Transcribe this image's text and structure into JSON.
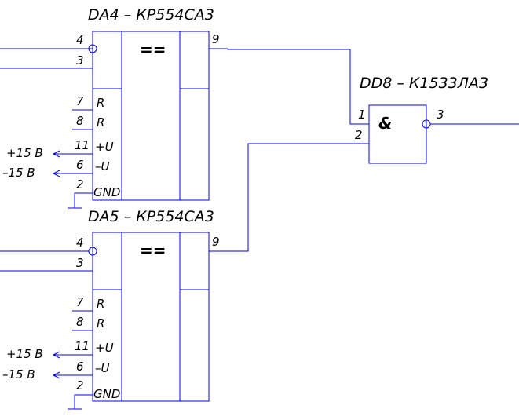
{
  "colors": {
    "wire": "#0000ff",
    "text": "#000000",
    "background": "#ffffff"
  },
  "comparator_top": {
    "title": "DA4 – КР554СА3",
    "function_symbol": "==",
    "pins": {
      "in_plus": "4",
      "in_minus": "3",
      "r1": "7",
      "r2": "8",
      "vcc_pos": "11",
      "vcc_neg": "6",
      "gnd": "2",
      "out": "9"
    },
    "signals": {
      "r1": "R",
      "r2": "R",
      "vcc_pos": "+U",
      "vcc_neg": "–U",
      "gnd": "GND"
    },
    "supply": {
      "pos": "+15 В",
      "neg": "–15 В"
    }
  },
  "comparator_bottom": {
    "title": "DA5 – КР554СА3",
    "function_symbol": "==",
    "pins": {
      "in_plus": "4",
      "in_minus": "3",
      "r1": "7",
      "r2": "8",
      "vcc_pos": "11",
      "vcc_neg": "6",
      "gnd": "2",
      "out": "9"
    },
    "signals": {
      "r1": "R",
      "r2": "R",
      "vcc_pos": "+U",
      "vcc_neg": "–U",
      "gnd": "GND"
    },
    "supply": {
      "pos": "+15 В",
      "neg": "–15 В"
    }
  },
  "gate": {
    "title": "DD8 – К1533ЛА3",
    "function_symbol": "&",
    "pins": {
      "in1": "1",
      "in2": "2",
      "out": "3"
    }
  }
}
